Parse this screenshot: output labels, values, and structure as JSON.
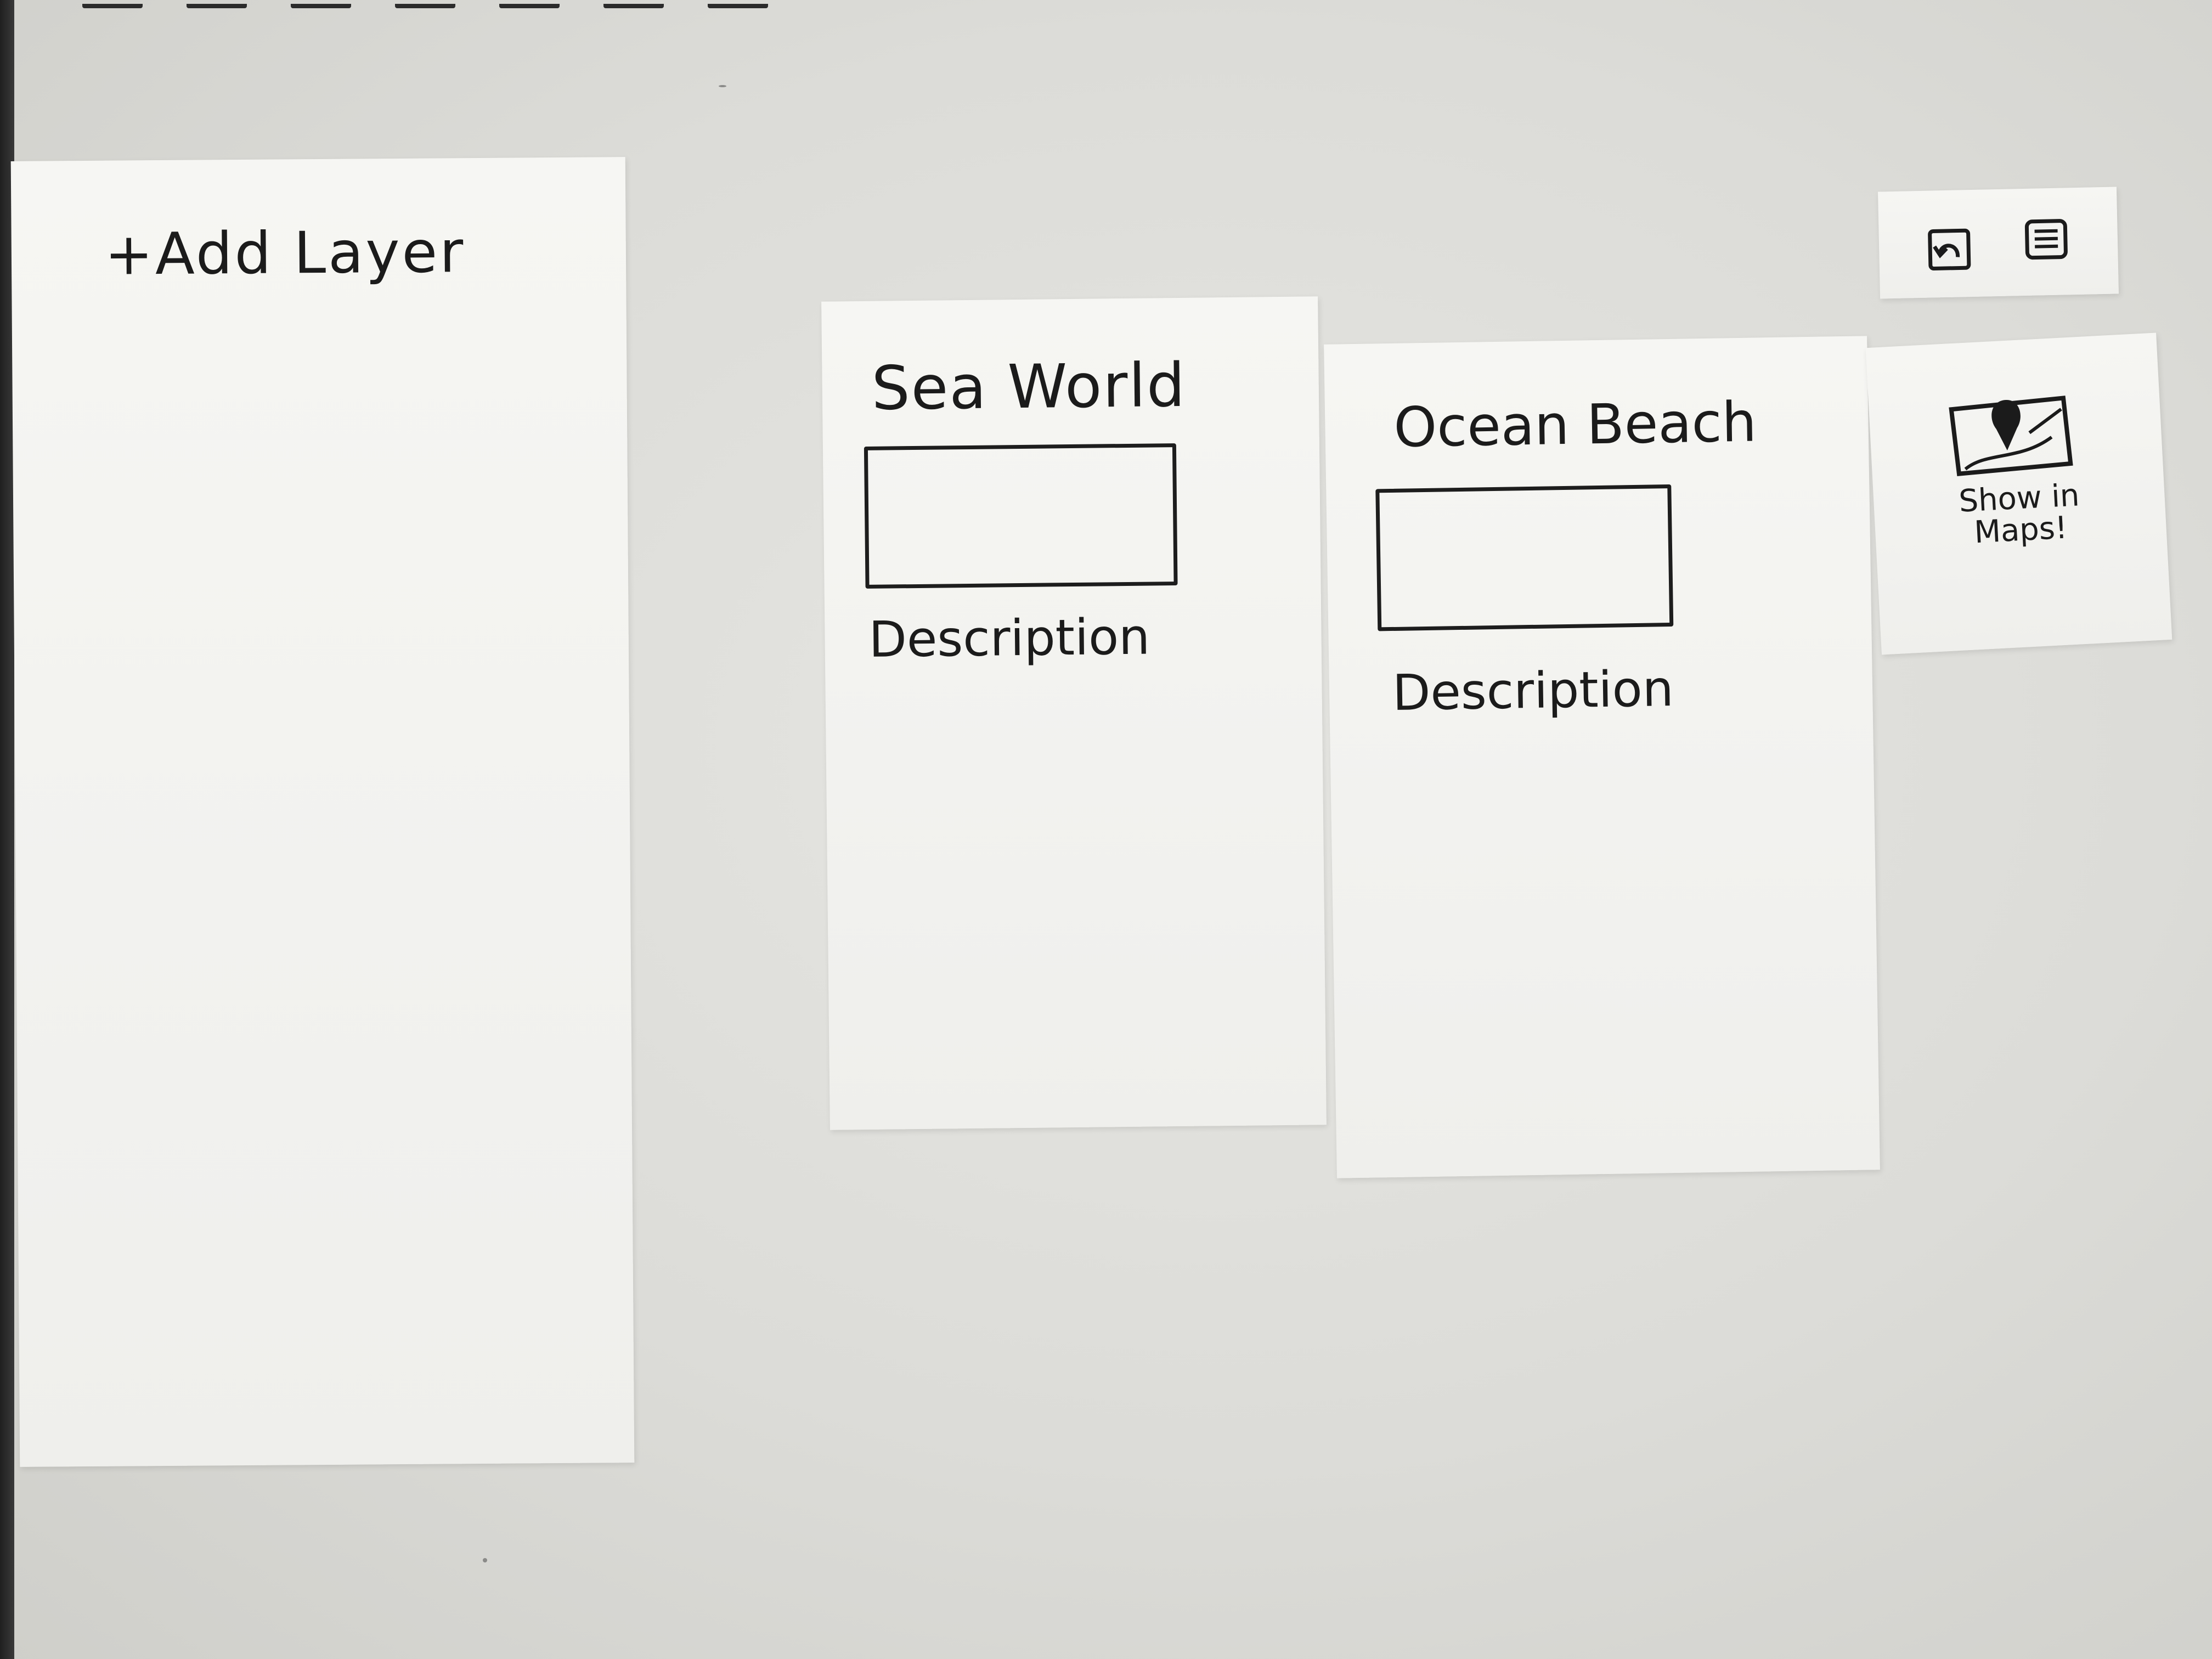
{
  "layers_panel": {
    "add_layer_label": "+Add Layer"
  },
  "cards": [
    {
      "title": "Sea World",
      "description": "Description"
    },
    {
      "title": "Ocean Beach",
      "description": "Description"
    }
  ],
  "toolbar": {
    "undo_icon": "undo-icon",
    "list_icon": "list-icon"
  },
  "map_button": {
    "icon": "map-pin-icon",
    "label": "Show in Maps!"
  },
  "colors": {
    "paper": "#f3f3f0",
    "background": "#dcdcd8",
    "ink": "#1b1b1b"
  }
}
